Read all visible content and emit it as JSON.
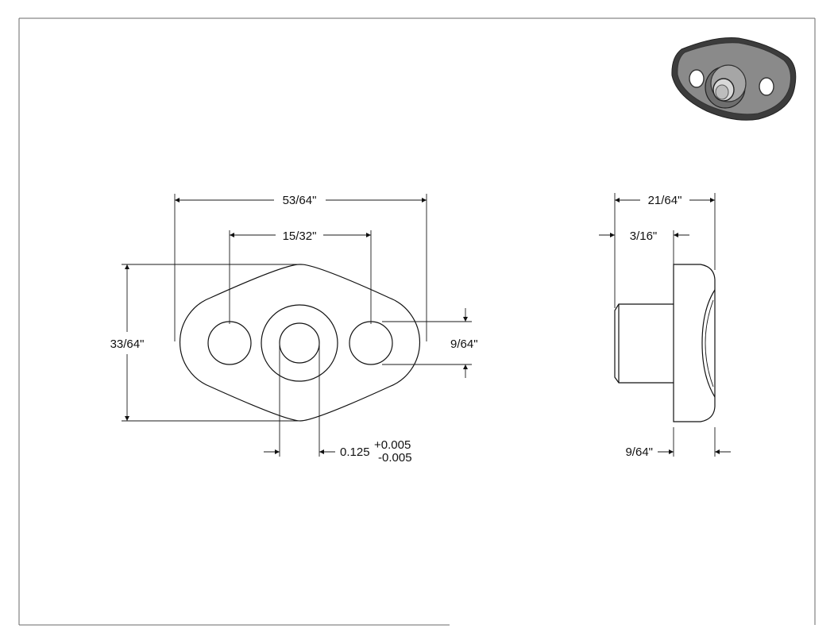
{
  "drawing": {
    "front_view": {
      "overall_length": "53/64\"",
      "hole_spacing": "15/32\"",
      "overall_height": "33/64\"",
      "side_hole_diameter": "9/64\"",
      "bore_diameter": "0.125",
      "bore_tolerance_plus": "+0.005",
      "bore_tolerance_minus": "-0.005"
    },
    "side_view": {
      "overall_thickness": "21/64\"",
      "boss_length": "3/16\"",
      "flange_thickness": "9/64\""
    }
  },
  "colors": {
    "line": "#111111",
    "frame": "#555555",
    "iso_dark": "#3c3c3c",
    "iso_mid": "#8a8a8a",
    "iso_light": "#bdbdbd"
  }
}
